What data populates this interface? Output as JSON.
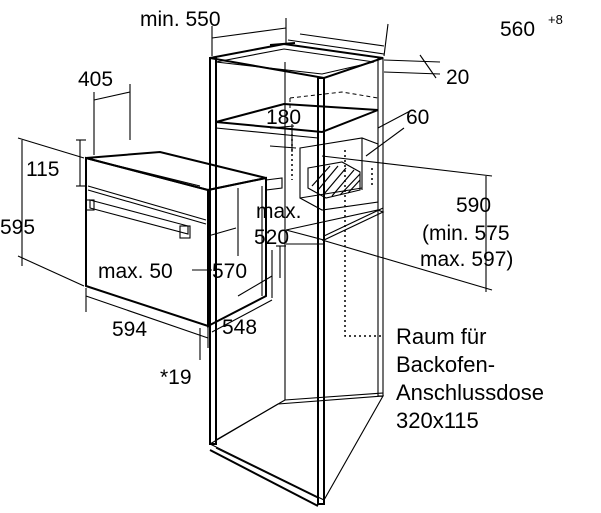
{
  "dimensions": {
    "cabinet_width": "min. 550",
    "cabinet_depth": "560",
    "cabinet_depth_tolerance": "+8",
    "back_gap": "20",
    "oven_top_depth": "405",
    "vent_height": "180",
    "vent_offset": "60",
    "oven_panel_height": "115",
    "oven_height": "595",
    "niche_height": "590",
    "niche_height_min": "(min. 575",
    "niche_height_max": "max. 597)",
    "recess_max_label": "max.",
    "recess_max_value": "520",
    "front_offset": "max. 50",
    "oven_depth": "570",
    "oven_width": "594",
    "housing_depth": "548",
    "front_panel": "*19"
  },
  "note": {
    "line1": "Raum für",
    "line2": "Backofen-",
    "line3": "Anschlussdose",
    "line4": "320x115"
  }
}
